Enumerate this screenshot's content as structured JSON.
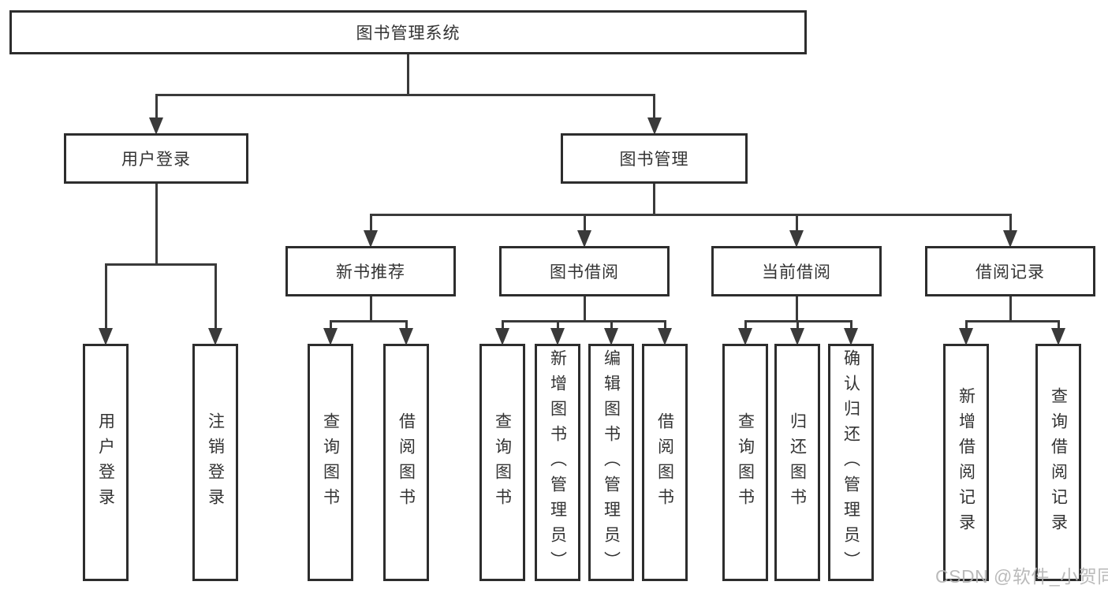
{
  "diagram_title": "图书管理系统",
  "watermark": "CSDN @软件_小贺同学",
  "colors": {
    "box_border": "#2d2d2d",
    "line": "#3a3a3a",
    "text": "#333333",
    "background": "#ffffff",
    "watermark": "#b3b3b3"
  },
  "tree": {
    "id": "root",
    "label": "图书管理系统",
    "children": [
      {
        "id": "user-login",
        "label": "用户登录",
        "children": [
          {
            "id": "leaf-user-login",
            "label": "用户登录"
          },
          {
            "id": "leaf-logout",
            "label": "注销登录"
          }
        ]
      },
      {
        "id": "book-management",
        "label": "图书管理",
        "children": [
          {
            "id": "new-book-recommend",
            "label": "新书推荐",
            "children": [
              {
                "id": "leaf-query-books-1",
                "label": "查询图书"
              },
              {
                "id": "leaf-borrow-books-1",
                "label": "借阅图书"
              }
            ]
          },
          {
            "id": "book-borrowing",
            "label": "图书借阅",
            "children": [
              {
                "id": "leaf-query-books-2",
                "label": "查询图书"
              },
              {
                "id": "leaf-add-books-admin",
                "label": "新增图书（管理员）"
              },
              {
                "id": "leaf-edit-books-admin",
                "label": "编辑图书（管理员）"
              },
              {
                "id": "leaf-borrow-books-2",
                "label": "借阅图书"
              }
            ]
          },
          {
            "id": "current-borrowing",
            "label": "当前借阅",
            "children": [
              {
                "id": "leaf-query-books-3",
                "label": "查询图书"
              },
              {
                "id": "leaf-return-books",
                "label": "归还图书"
              },
              {
                "id": "leaf-confirm-return-admin",
                "label": "确认归还（管理员）"
              }
            ]
          },
          {
            "id": "borrowing-records",
            "label": "借阅记录",
            "children": [
              {
                "id": "leaf-add-borrow-record",
                "label": "新增借阅记录"
              },
              {
                "id": "leaf-query-borrow-record",
                "label": "查询借阅记录"
              }
            ]
          }
        ]
      }
    ]
  }
}
